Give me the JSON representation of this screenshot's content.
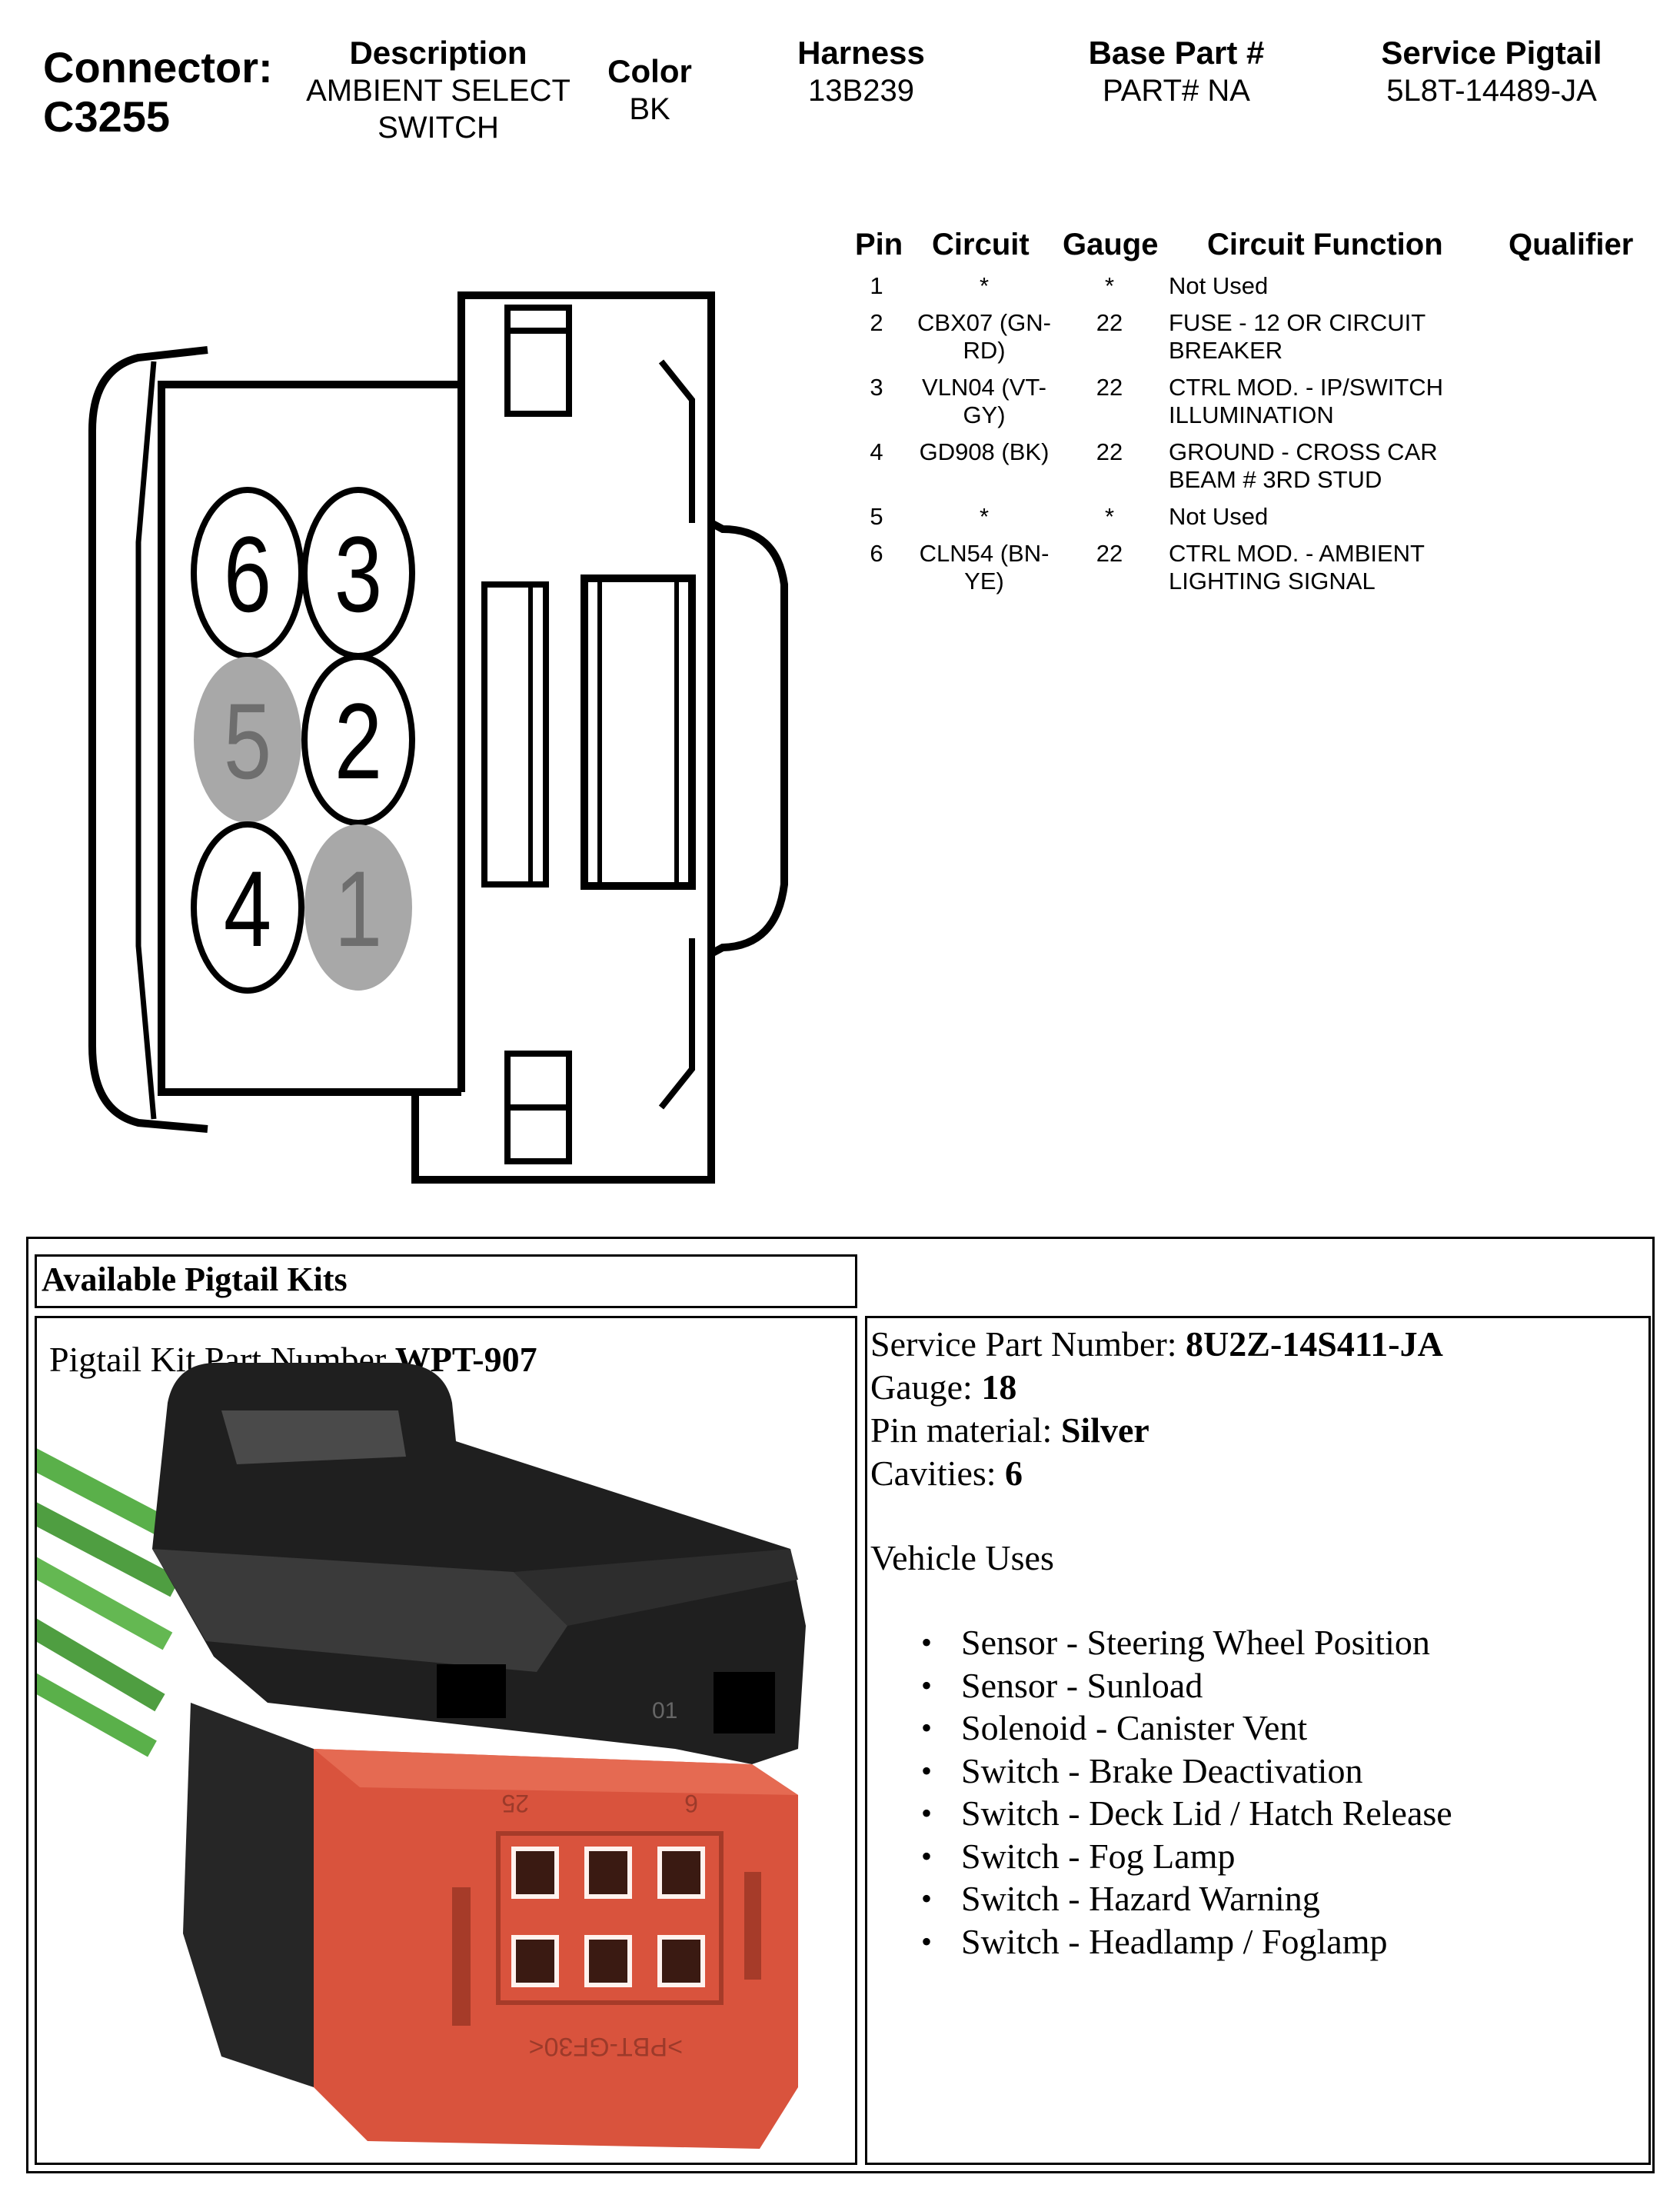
{
  "header": {
    "connector_label": "Connector:",
    "connector_id": "C3255",
    "description_label": "Description",
    "description_value_line1": "AMBIENT SELECT",
    "description_value_line2": "SWITCH",
    "color_label": "Color",
    "color_value": "BK",
    "harness_label": "Harness",
    "harness_value": "13B239",
    "base_part_label": "Base Part #",
    "base_part_value": "PART# NA",
    "service_pigtail_label": "Service Pigtail",
    "service_pigtail_value": "5L8T-14489-JA"
  },
  "pin_table": {
    "headers": [
      "Pin",
      "Circuit",
      "Gauge",
      "Circuit Function",
      "Qualifier"
    ],
    "rows": [
      {
        "pin": "1",
        "circuit": "*",
        "gauge": "*",
        "function": "Not Used"
      },
      {
        "pin": "2",
        "circuit": "CBX07 (GN-RD)",
        "gauge": "22",
        "function": "FUSE - 12 OR CIRCUIT BREAKER"
      },
      {
        "pin": "3",
        "circuit": "VLN04 (VT-GY)",
        "gauge": "22",
        "function": "CTRL MOD. - IP/SWITCH ILLUMINATION"
      },
      {
        "pin": "4",
        "circuit": "GD908 (BK)",
        "gauge": "22",
        "function": "GROUND - CROSS CAR BEAM # 3RD STUD"
      },
      {
        "pin": "5",
        "circuit": "*",
        "gauge": "*",
        "function": "Not Used"
      },
      {
        "pin": "6",
        "circuit": "CLN54 (BN-YE)",
        "gauge": "22",
        "function": "CTRL MOD. - AMBIENT LIGHTING SIGNAL"
      }
    ]
  },
  "diagram": {
    "cavities": [
      {
        "label": "6",
        "used": true
      },
      {
        "label": "3",
        "used": true
      },
      {
        "label": "5",
        "used": false
      },
      {
        "label": "2",
        "used": true
      },
      {
        "label": "4",
        "used": true
      },
      {
        "label": "1",
        "used": false
      }
    ],
    "unused_color": "#a8a8a8"
  },
  "kits": {
    "title": "Available Pigtail Kits",
    "kit_part_label": "Pigtail Kit Part Number ",
    "kit_part_number": "WPT-907",
    "photo_markings": {
      "top_label": "01",
      "pin_label_left": "25",
      "pin_label_right": "6",
      "bottom_label": ">PBT-GF30<"
    },
    "service_part_label": "Service Part Number: ",
    "service_part_value": "8U2Z-14S411-JA",
    "gauge_label": "Gauge: ",
    "gauge_value": "18",
    "pin_material_label": "Pin material: ",
    "pin_material_value": "Silver",
    "cavities_label": "Cavities: ",
    "cavities_value": "6",
    "vehicle_uses_label": "Vehicle Uses",
    "vehicle_uses": [
      "Sensor - Steering Wheel Position",
      "Sensor - Sunload",
      "Solenoid - Canister Vent",
      "Switch - Brake Deactivation",
      "Switch - Deck Lid / Hatch Release",
      "Switch - Fog Lamp",
      "Switch - Hazard Warning",
      "Switch - Headlamp / Foglamp"
    ],
    "colors": {
      "housing": "#2a2a2a",
      "insert": "#d9533d",
      "wire": "#5ab04a"
    }
  }
}
